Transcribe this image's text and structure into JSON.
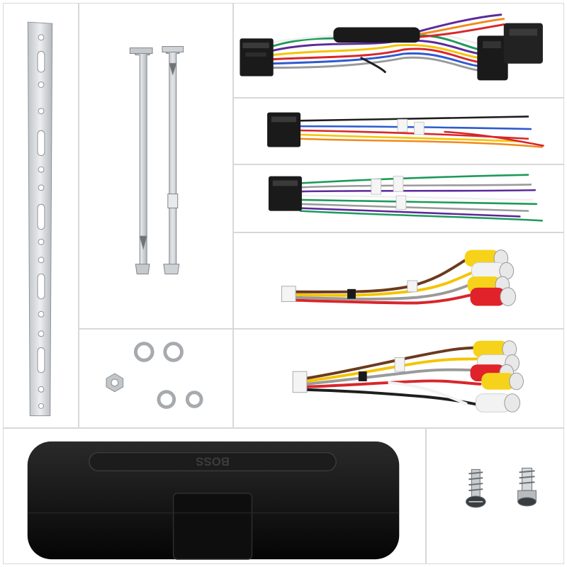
{
  "image": {
    "description_kind": "product accessory collage",
    "background": "#ffffff",
    "divider_color": "#d8d8d8"
  },
  "panels": {
    "mounting_strap": {
      "icon": "perforated-metal-strap"
    },
    "removal_keys": {
      "icon": "din-removal-keys"
    },
    "wire_harness_main": {
      "icon": "iso-wire-harness"
    },
    "wire_harness_power": {
      "icon": "iso-power-connector"
    },
    "wire_harness_speaker": {
      "icon": "iso-speaker-connector"
    },
    "rca_cable_small": {
      "icon": "rca-output-cable"
    },
    "rca_cable_large": {
      "icon": "rca-input-output-cable"
    },
    "washers_nut": {
      "icon": "washers-and-nut"
    },
    "carry_case": {
      "icon": "faceplate-case",
      "logo_text": "BOSS"
    },
    "screws": {
      "icon": "mounting-screws"
    }
  },
  "colors": {
    "connector_black": "#1a1a1a",
    "metal": "#d6d8da",
    "metal_dark": "#9ea2a6",
    "wire_red": "#d8262b",
    "wire_yellow": "#f4c400",
    "wire_blue": "#2d5bd0",
    "wire_black": "#1e1e1e",
    "wire_green": "#1e9a5a",
    "wire_purple": "#5b2a9a",
    "wire_gray": "#9a9a9a",
    "wire_white": "#f0f0f0",
    "wire_orange": "#f08a1c",
    "wire_brown": "#6b3a1e",
    "rca_red": "#e0222a",
    "rca_white": "#f2f2f2",
    "rca_yellow": "#f7d21a",
    "case_black": "#151515"
  }
}
